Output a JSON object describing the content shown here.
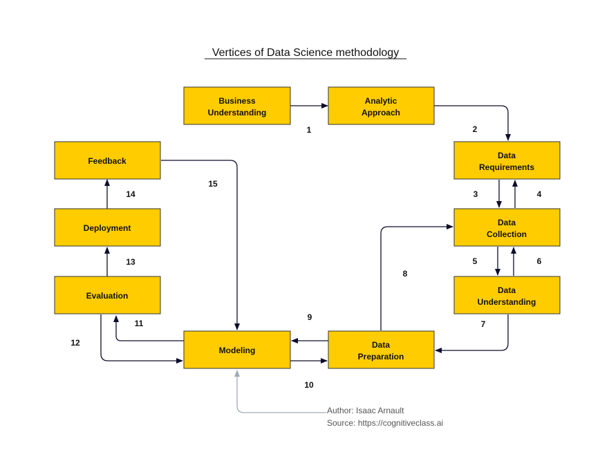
{
  "title": "Vertices of Data Science methodology",
  "colors": {
    "box_fill": "#ffcc00",
    "box_stroke": "#333333",
    "edge": "#0d0d2b",
    "author_line": "#a0aab8"
  },
  "nodes": {
    "business": [
      "Business",
      "Understanding"
    ],
    "analytic": [
      "Analytic",
      "Approach"
    ],
    "requirements": [
      "Data",
      "Requirements"
    ],
    "collection": [
      "Data",
      "Collection"
    ],
    "understanding": [
      "Data",
      "Understanding"
    ],
    "preparation": [
      "Data",
      "Preparation"
    ],
    "modeling": [
      "Modeling"
    ],
    "evaluation": [
      "Evaluation"
    ],
    "deployment": [
      "Deployment"
    ],
    "feedback": [
      "Feedback"
    ]
  },
  "edge_labels": [
    "1",
    "2",
    "3",
    "4",
    "5",
    "6",
    "7",
    "8",
    "9",
    "10",
    "11",
    "12",
    "13",
    "14",
    "15"
  ],
  "author": {
    "line1": "Author: Isaac Arnault",
    "line2": "Source: https://cognitiveclass.ai"
  }
}
